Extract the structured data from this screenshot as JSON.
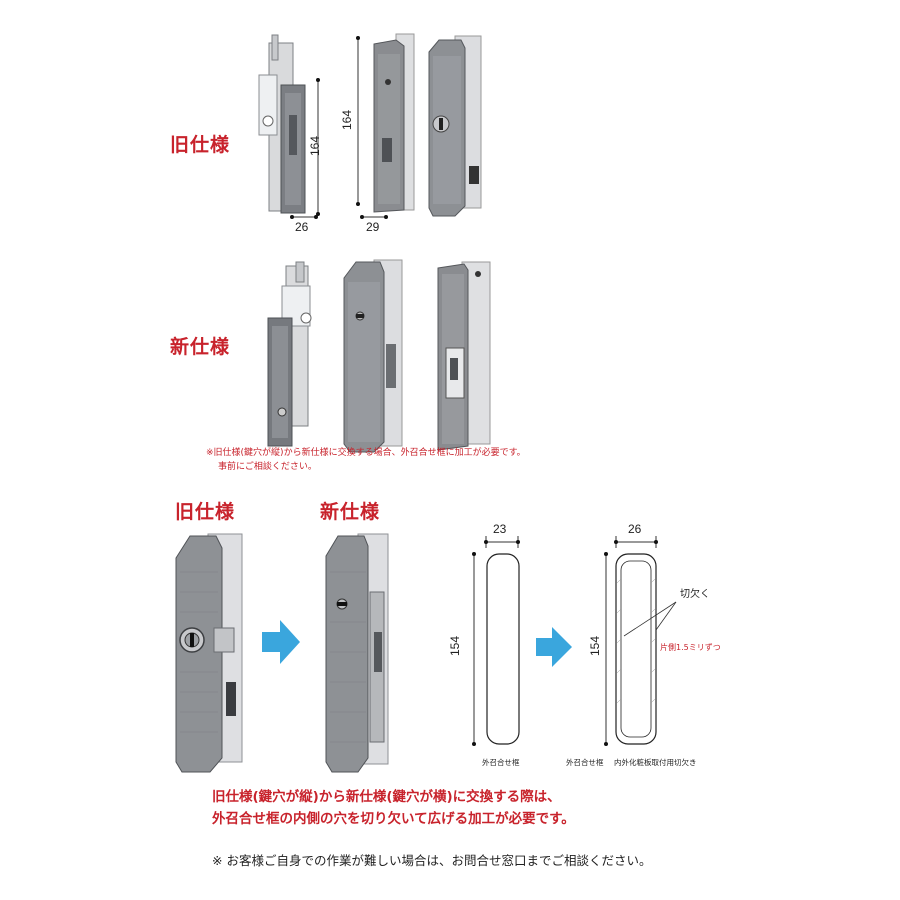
{
  "top": {
    "old_label": "旧仕様",
    "new_label": "新仕様",
    "dims": {
      "old_width_a": "26",
      "old_height_a": "164",
      "old_height_b": "164",
      "old_width_b": "29"
    },
    "note_line1": "※旧仕様(鍵穴が縦)から新仕様に交換する場合、外召合せ框に加工が必要です。",
    "note_line2": "事前にご相談ください。"
  },
  "bottom": {
    "old_label": "旧仕様",
    "new_label": "新仕様",
    "frame_before": {
      "width": "23",
      "height": "154",
      "caption": "外召合せ框"
    },
    "frame_after": {
      "width": "26",
      "height": "154",
      "caption1": "外召合せ框",
      "caption2": "内外化粧板取付用切欠き",
      "notch_label": "切欠く",
      "notch_note": "片側1.5ミリずつ"
    },
    "arrow_color": "#3aa6dd"
  },
  "footer": {
    "line1": "旧仕様(鍵穴が縦)から新仕様(鍵穴が横)に交換する際は、",
    "line2": "外召合せ框の内側の穴を切り欠いて広げる加工が必要です。",
    "consult": "※ お客様ご自身での作業が難しい場合は、お問合せ窓口までご相談ください。"
  }
}
